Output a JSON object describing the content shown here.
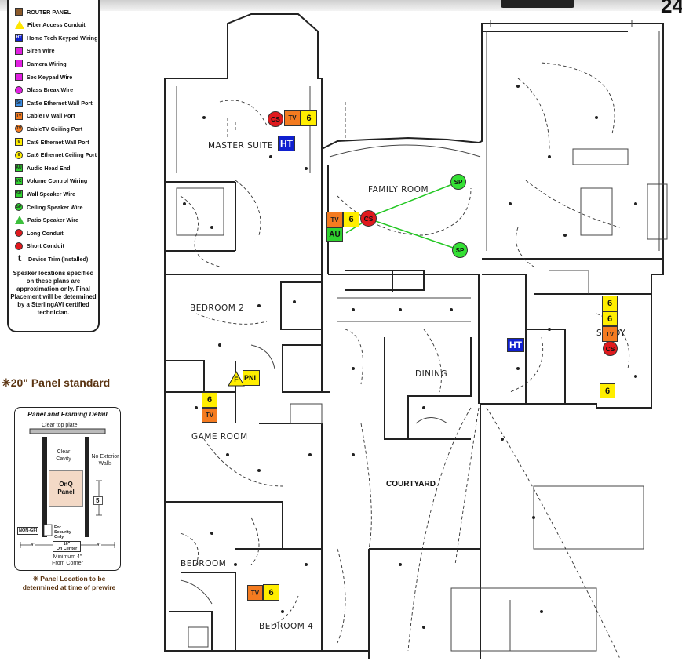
{
  "page": {
    "number": "24"
  },
  "legend": {
    "items": [
      {
        "key": "router",
        "icon": "router-panel-icon",
        "color": "#8b5a2b",
        "glyph": "",
        "shape": "square",
        "label": "ROUTER PANEL"
      },
      {
        "key": "fiber",
        "icon": "fiber-conduit-icon",
        "color": "#ffe600",
        "glyph": "F",
        "shape": "triangle",
        "label": "Fiber Access Conduit"
      },
      {
        "key": "ht",
        "icon": "home-tech-keypad-icon",
        "color": "#1020d0",
        "glyph": "HT",
        "shape": "square",
        "label": "Home Tech Keypad Wiring"
      },
      {
        "key": "siren",
        "icon": "siren-wire-icon",
        "color": "#e020e0",
        "glyph": "",
        "shape": "square",
        "label": "Siren Wire"
      },
      {
        "key": "camera",
        "icon": "camera-wiring-icon",
        "color": "#e020e0",
        "glyph": "",
        "shape": "square",
        "label": "Camera Wiring"
      },
      {
        "key": "seckey",
        "icon": "sec-keypad-icon",
        "color": "#e020e0",
        "glyph": "",
        "shape": "square",
        "label": "Sec Keypad Wire"
      },
      {
        "key": "glass",
        "icon": "glass-break-icon",
        "color": "#e020e0",
        "glyph": "",
        "shape": "round",
        "label": "Glass Break Wire"
      },
      {
        "key": "cat5e",
        "icon": "cat5e-port-icon",
        "color": "#3a8ee6",
        "glyph": "5e",
        "shape": "square",
        "label": "Cat5e Ethernet Wall Port"
      },
      {
        "key": "tvwall",
        "icon": "cabletv-wall-port-icon",
        "color": "#f47b20",
        "glyph": "TV",
        "shape": "square",
        "label": "CableTV Wall Port"
      },
      {
        "key": "tvceil",
        "icon": "cabletv-ceiling-port-icon",
        "color": "#f47b20",
        "glyph": "TV",
        "shape": "round",
        "label": "CableTV Ceiling Port"
      },
      {
        "key": "cat6wall",
        "icon": "cat6-wall-port-icon",
        "color": "#ffee00",
        "glyph": "6",
        "shape": "square",
        "label": "Cat6 Ethernet Wall Port"
      },
      {
        "key": "cat6ceil",
        "icon": "cat6-ceiling-port-icon",
        "color": "#ffee00",
        "glyph": "6",
        "shape": "round",
        "label": "Cat6 Ethernet Ceiling Port"
      },
      {
        "key": "audio",
        "icon": "audio-head-end-icon",
        "color": "#2fd32f",
        "glyph": "AU",
        "shape": "square",
        "label": "Audio Head End"
      },
      {
        "key": "vol",
        "icon": "volume-control-icon",
        "color": "#2fd32f",
        "glyph": "VC",
        "shape": "square",
        "label": "Volume Control Wiring"
      },
      {
        "key": "wallsp",
        "icon": "wall-speaker-icon",
        "color": "#2fd32f",
        "glyph": "SP",
        "shape": "square",
        "label": "Wall Speaker Wire"
      },
      {
        "key": "ceilsp",
        "icon": "ceiling-speaker-icon",
        "color": "#2fd32f",
        "glyph": "SP",
        "shape": "round",
        "label": "Ceiling Speaker Wire"
      },
      {
        "key": "patio",
        "icon": "patio-speaker-icon",
        "color": "#3cbf3c",
        "glyph": "",
        "shape": "triangle-green",
        "label": "Patio Speaker Wire"
      },
      {
        "key": "long",
        "icon": "long-conduit-icon",
        "color": "#e0191d",
        "glyph": "",
        "shape": "round",
        "label": "Long Conduit"
      },
      {
        "key": "short",
        "icon": "short-conduit-icon",
        "color": "#e0191d",
        "glyph": "",
        "shape": "round",
        "label": "Short Conduit"
      },
      {
        "key": "trim",
        "icon": "device-trim-icon",
        "color": "#111111",
        "glyph": "t",
        "shape": "tee",
        "label": "Device Trim (Installed)"
      }
    ],
    "note": "Speaker locations specified on these plans are approximation only. Final Placement will be determined by a SterlingAVi certified technician."
  },
  "panel_standard": {
    "star": "✳",
    "text": "20\" Panel standard"
  },
  "framing_detail": {
    "title": "Panel and Framing Detail",
    "clear_top_plate": "Clear top plate",
    "clear_cavity": "Clear Cavity",
    "no_exterior_walls": "No Exterior Walls",
    "panel_line1": "OnQ",
    "panel_line2": "Panel",
    "dimension": "5'",
    "non_gfi": "NON-GFI",
    "for_security": "For Security Only",
    "spacing_left": "4\"",
    "spacing_center": "16\"",
    "on_center": "On Center",
    "spacing_right": "4\"",
    "min_line1": "Minimum 4\"",
    "min_line2": "From Corner"
  },
  "panel_location_note": {
    "star": "✳",
    "text": "Panel Location to be determined at time of prewire"
  },
  "rooms": {
    "master_suite": "MASTER SUITE",
    "family_room": "FAMILY ROOM",
    "bedroom2": "BEDROOM 2",
    "game_room": "GAME ROOM",
    "dining": "DINING",
    "study": "STUDY",
    "bedroom": "BEDROOM",
    "bedroom4": "BEDROOM 4",
    "courtyard": "COURTYARD"
  },
  "markers": {
    "cs": "CS",
    "tv": "TV",
    "six": "6",
    "ht": "HT",
    "au": "AU",
    "sp": "SP",
    "f": "F",
    "pnl": "PNL"
  },
  "colors": {
    "tv_orange": "#f47b20",
    "cat6_yellow": "#ffee00",
    "conduit_red": "#e0191d",
    "hometech_blue": "#1020d0",
    "audio_green": "#2fd32f",
    "speaker_line": "#22c722",
    "brown_text": "#5a3310"
  }
}
